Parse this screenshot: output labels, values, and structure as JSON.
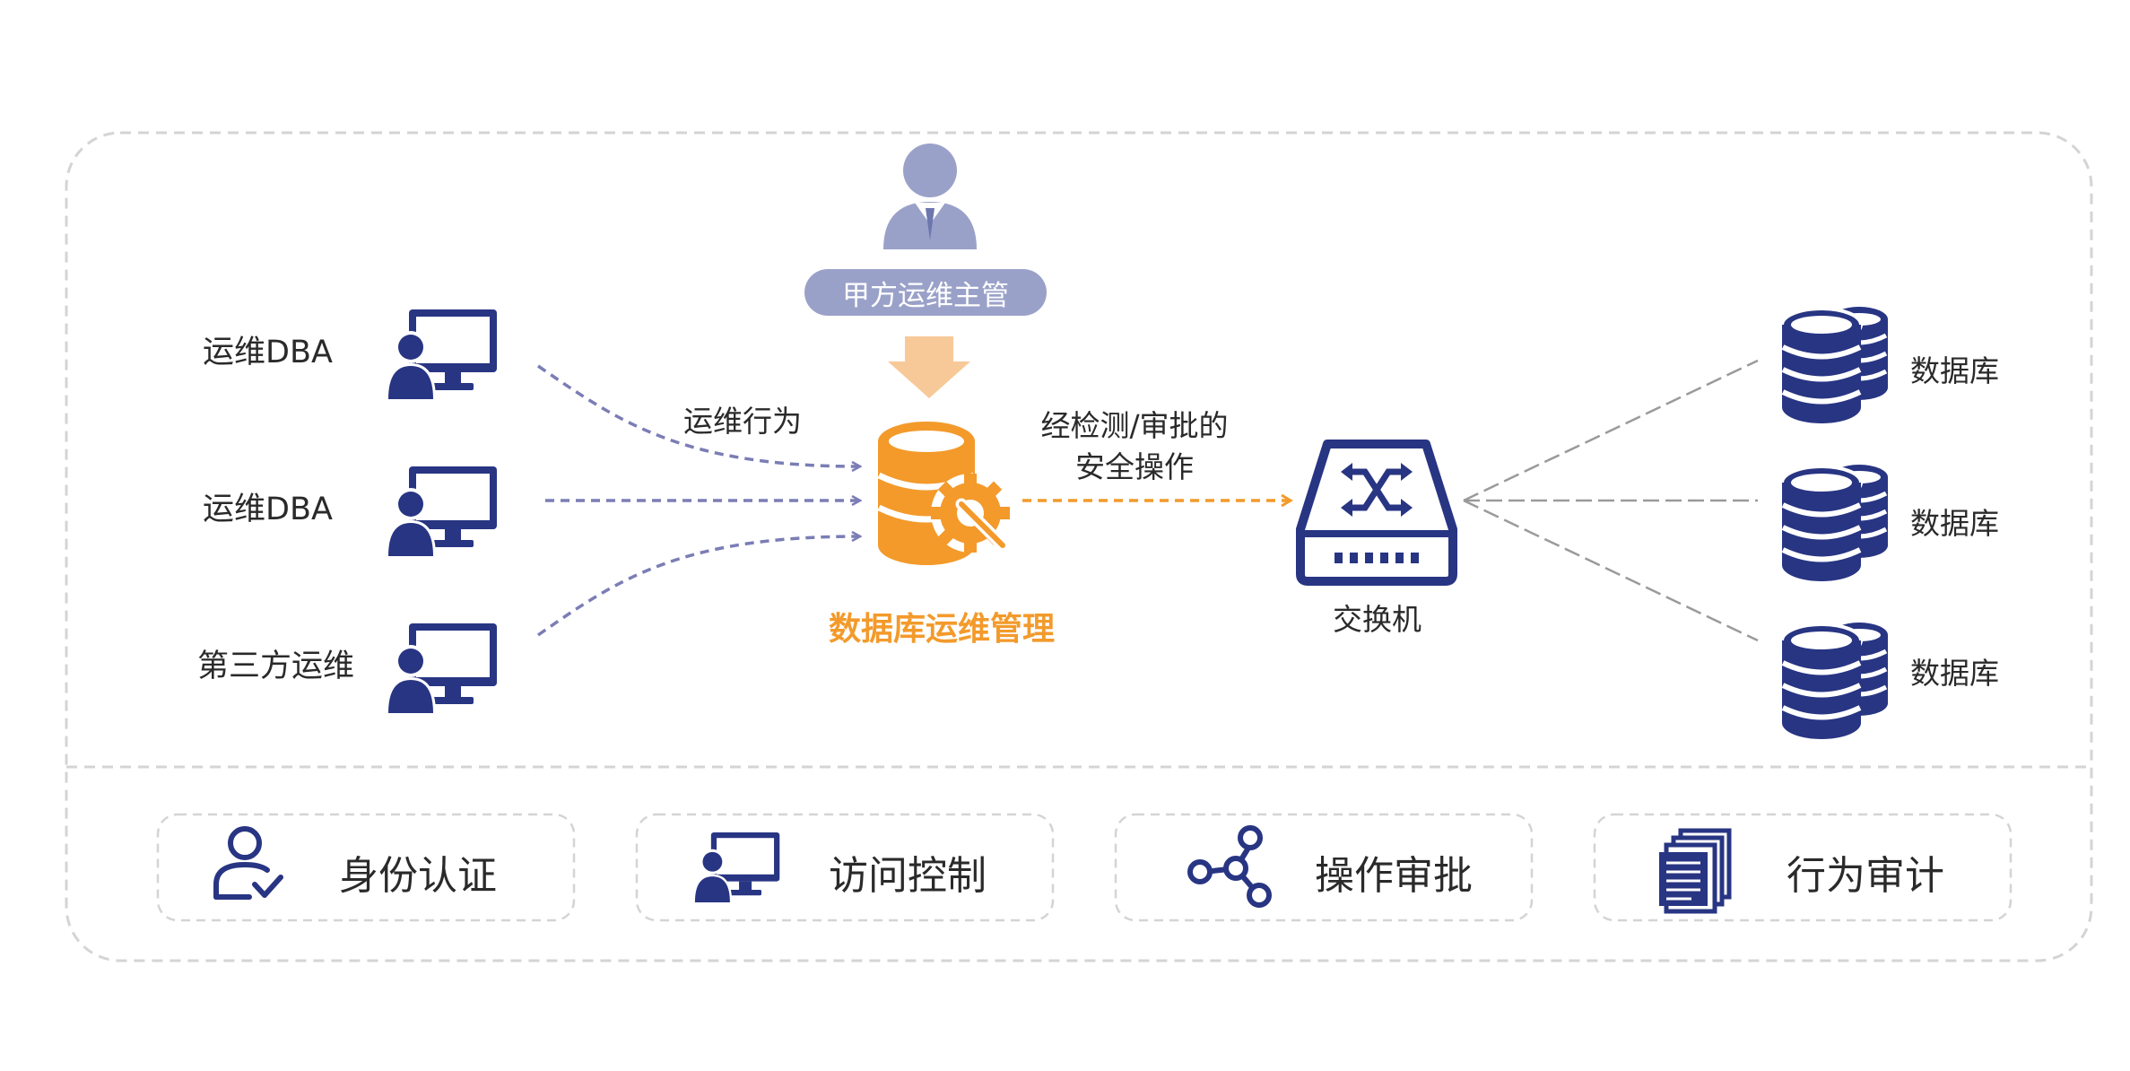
{
  "manager": {
    "label": "甲方运维主管",
    "icon": "manager-person-icon"
  },
  "operators": [
    {
      "label": "运维DBA",
      "icon": "operator-computer-icon"
    },
    {
      "label": "运维DBA",
      "icon": "operator-computer-icon"
    },
    {
      "label": "第三方运维",
      "icon": "operator-computer-icon"
    }
  ],
  "flow_label": "运维行为",
  "central": {
    "label": "数据库运维管理",
    "icon": "database-gear-icon"
  },
  "safe_ops_label": [
    "经检测/审批的",
    "安全操作"
  ],
  "switch": {
    "label": "交换机",
    "icon": "switch-icon"
  },
  "databases": [
    {
      "label": "数据库",
      "icon": "database-stack-icon"
    },
    {
      "label": "数据库",
      "icon": "database-stack-icon"
    },
    {
      "label": "数据库",
      "icon": "database-stack-icon"
    }
  ],
  "features": [
    {
      "label": "身份认证",
      "icon": "user-check-icon"
    },
    {
      "label": "访问控制",
      "icon": "user-computer-icon"
    },
    {
      "label": "操作审批",
      "icon": "network-nodes-icon"
    },
    {
      "label": "行为审计",
      "icon": "documents-icon"
    }
  ],
  "colors": {
    "navy": "#283583",
    "orange": "#f39a2b",
    "light_orange": "#f8c998",
    "purple_dash": "#7b7db5",
    "manager_gray": "#9aa1c9",
    "border_gray": "#cfcfcf"
  }
}
